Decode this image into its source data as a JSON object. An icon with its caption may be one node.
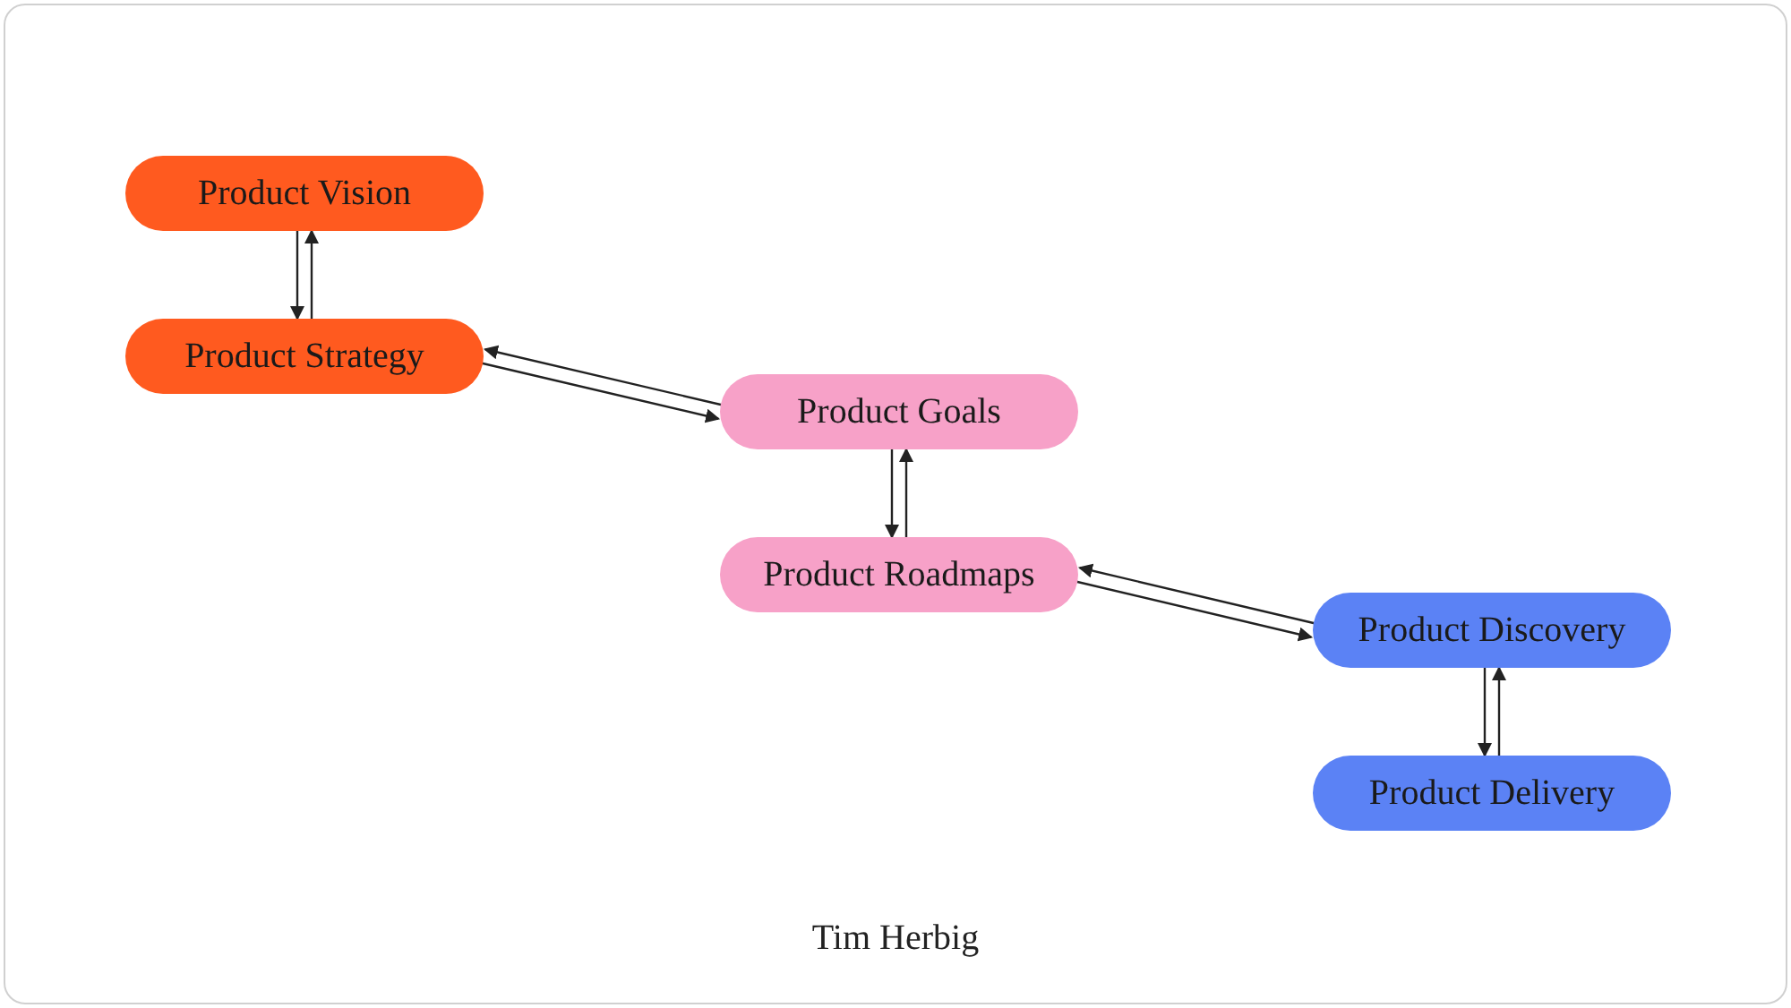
{
  "diagram": {
    "nodes": [
      {
        "text": [
          "Product Vision"
        ]
      },
      {
        "text": [
          "Product Strategy"
        ]
      },
      {
        "text": [
          "Product Goals"
        ]
      },
      {
        "text": [
          "Product Roadmaps"
        ]
      },
      {
        "text": [
          "Product Discovery"
        ]
      },
      {
        "text": [
          "Product Delivery"
        ]
      }
    ],
    "edges": [
      {
        "from": 1,
        "to": 0,
        "arrow": "to"
      },
      {
        "from": 0,
        "to": 1,
        "arrow": "to"
      },
      {
        "from": 1,
        "to": 2,
        "arrow": "to"
      },
      {
        "from": 2,
        "to": 1,
        "arrow": "to"
      },
      {
        "from": 3,
        "to": 2,
        "arrow": "to"
      },
      {
        "from": 2,
        "to": 3,
        "arrow": "to"
      },
      {
        "from": 3,
        "to": 4,
        "arrow": "to"
      },
      {
        "from": 4,
        "to": 3,
        "arrow": "to"
      },
      {
        "from": 5,
        "to": 4,
        "arrow": "to"
      },
      {
        "from": 4,
        "to": 5,
        "arrow": "to"
      }
    ],
    "labels": [
      "Tim Herbig"
    ]
  }
}
